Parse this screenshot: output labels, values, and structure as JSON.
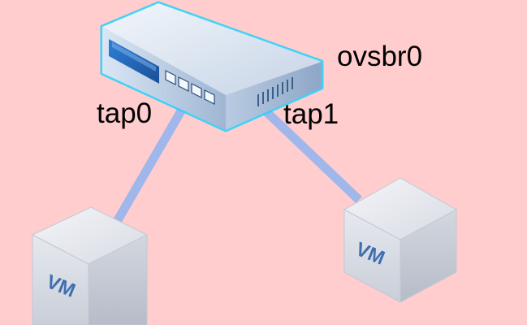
{
  "diagram": {
    "switch": {
      "label": "ovsbr0",
      "icon": "network-switch-icon"
    },
    "links": [
      {
        "label": "tap0",
        "from": "ovsbr0",
        "to": "VM (left)"
      },
      {
        "label": "tap1",
        "from": "ovsbr0",
        "to": "VM (right)"
      }
    ],
    "vms": [
      {
        "label": "VM",
        "icon": "vm-cube-icon"
      },
      {
        "label": "VM",
        "icon": "vm-cube-icon"
      }
    ],
    "colors": {
      "background": "#ffcdcd",
      "link": "#9fb7ea",
      "switch_glow": "#1fd2ff",
      "vm_text": "#3f6fb0"
    }
  }
}
